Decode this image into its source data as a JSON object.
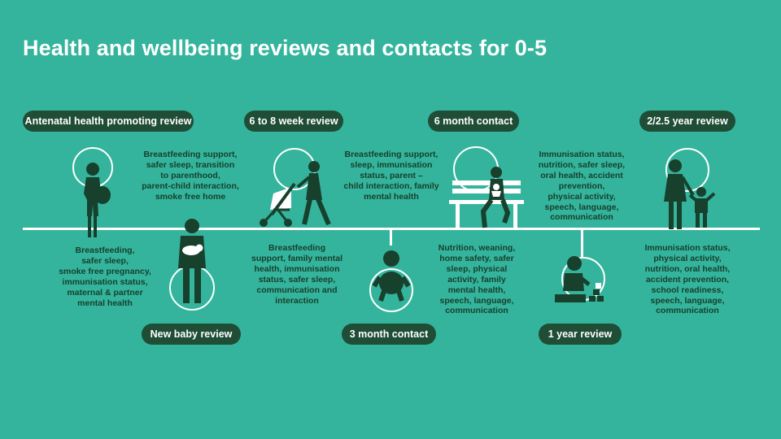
{
  "title": "Health and wellbeing reviews and contacts for 0-5",
  "stages": [
    {
      "label": "Antenatal health promoting review",
      "details": "Breastfeeding,\nsafer sleep,\nsmoke free pregnancy,\nimmunisation status,\nmaternal & partner\nmental health"
    },
    {
      "label": "New baby review",
      "details": "Breastfeeding support,\nsafer sleep, transition\nto parenthood,\nparent-child interaction,\nsmoke free home"
    },
    {
      "label": "6 to 8 week review",
      "details": "Breastfeeding\nsupport, family mental\nhealth, immunisation\nstatus, safer sleep,\ncommunication and\ninteraction"
    },
    {
      "label": "3 month contact",
      "details": "Breastfeeding support,\nsleep, immunisation\nstatus, parent –\nchild interaction, family\nmental health"
    },
    {
      "label": "6 month contact",
      "details": "Nutrition, weaning,\nhome safety, safer\nsleep, physical\nactivity, family\nmental health,\nspeech, language,\ncommunication"
    },
    {
      "label": "1 year review",
      "details": "Immunisation status,\nnutrition, safer sleep,\noral health, accident\nprevention,\nphysical activity,\nspeech, language,\ncommunication"
    },
    {
      "label": "2/2.5 year review",
      "details": "Immunisation status,\nphysical activity,\nnutrition, oral health,\naccident prevention,\nschool readiness,\nspeech, language,\ncommunication"
    }
  ],
  "colors": {
    "background": "#34b49c",
    "dark": "#1f4d36",
    "text": "#17402d",
    "line": "#ffffff"
  },
  "icons": [
    "pregnant-woman-icon",
    "parent-holding-baby-icon",
    "parent-with-pram-icon",
    "baby-sitting-icon",
    "parent-on-bench-icon",
    "toddler-with-blocks-icon",
    "parent-and-child-icon"
  ]
}
